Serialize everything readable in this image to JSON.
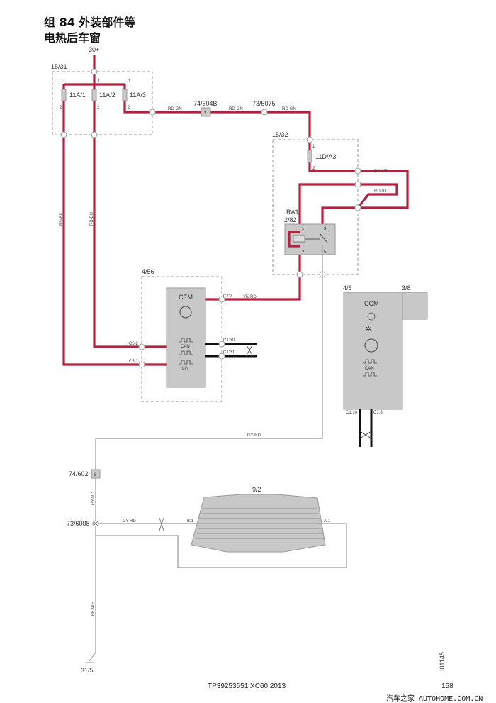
{
  "title": {
    "line1": "组 84 外装部件等",
    "line2": "电热后车窗"
  },
  "supply": "30+",
  "fuse_box_1": {
    "label": "15/31",
    "fuses": [
      "11A/1",
      "11A/2",
      "11A/3"
    ],
    "pin_top": "1",
    "pin_bottom": "2"
  },
  "connector_74_504b": {
    "label": "74/504B",
    "pin": "2"
  },
  "splice_73_5075": {
    "label": "73/5075"
  },
  "fuse_box_2": {
    "label": "15/32",
    "fuse": "11D/A3",
    "pin_top": "1",
    "pin_bottom": "2"
  },
  "relay": {
    "label1": "RA1",
    "label2": "2/82",
    "pins": [
      "1",
      "3",
      "2",
      "5"
    ]
  },
  "cem": {
    "box_label": "4/56",
    "name": "CEM",
    "can": "CAN",
    "lin": "LIN",
    "pins": {
      "c22": "C2:2",
      "c52": "C5:2",
      "c51": "C5:1",
      "c130": "C1:30",
      "c131": "C1:31"
    }
  },
  "ccm": {
    "box_label": "4/6",
    "name": "CCM",
    "sub_label": "3/8",
    "can": "CAN",
    "pins": {
      "c110": "C1:10",
      "c18": "C1:8"
    }
  },
  "connector_74_602": {
    "label": "74/602",
    "pin": "8"
  },
  "splice_73_6008": {
    "label": "73/6008"
  },
  "rear_window": {
    "label": "9/2",
    "pin_b": "B:1",
    "pin_a": "A:1"
  },
  "ground": {
    "label": "31/5"
  },
  "wire_colors": {
    "rd_gn": "RD-GN",
    "rd_vt": "RD-VT",
    "ye_rd": "YE-RD",
    "rd_bk": "RD-BK",
    "rd_bu": "RD-BU",
    "gy_rd": "GY-RD",
    "bk_wh": "BK-WH"
  },
  "figure_id": "I01145",
  "footer": {
    "doc": "TP39253551 XC60 2013",
    "page": "158",
    "watermark": "汽车之家  AUTOHOME.COM.CN"
  },
  "colors": {
    "wire_red": "#b0223f",
    "wire_gray": "#999999",
    "component": "#c8c8c8"
  }
}
